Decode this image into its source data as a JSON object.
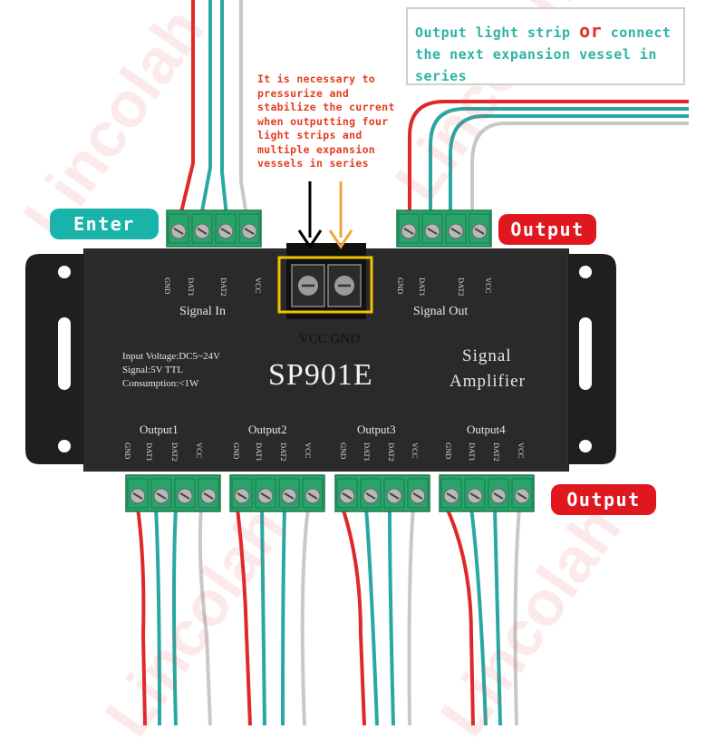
{
  "callout": {
    "line1_before": "Output light strip ",
    "line1_or": "or",
    "line1_after": " connect",
    "line2": "the next expansion vessel in",
    "line3": "series"
  },
  "note": "It is necessary to pressurize and stabilize the current when outputting four light strips and multiple expansion vessels in series",
  "tags": {
    "enter": "Enter",
    "output_top": "Output",
    "output_right": "Output"
  },
  "device": {
    "model": "SP901E",
    "spec_voltage": "Input Voltage:DC5~24V",
    "spec_signal": "Signal:5V TTL",
    "spec_consumption": "Consumption:<1W",
    "signal_line": "Signal",
    "amplifier_line": "Amplifier",
    "power_label": "VCC GND",
    "signal_in_label": "Signal In",
    "signal_out_label": "Signal Out",
    "outputs": [
      "Output1",
      "Output2",
      "Output3",
      "Output4"
    ],
    "pins": [
      "GND",
      "DAT1",
      "DAT2",
      "VCC"
    ]
  },
  "watermark": "Lincolah",
  "colors": {
    "wire_red": "#e0282a",
    "wire_teal": "#2aa7a2",
    "wire_gray": "#c8c8c8",
    "terminal_green": "#2aa36a",
    "case_black": "#1f1f1f",
    "power_terminal_yellow": "#f0c400",
    "arrow_black": "#000000",
    "arrow_orange": "#f0a640",
    "note_red": "#e53b1f",
    "callout_teal": "#2fb3a4",
    "enter_teal": "#1ab3aa",
    "output_red": "#e0171e"
  }
}
